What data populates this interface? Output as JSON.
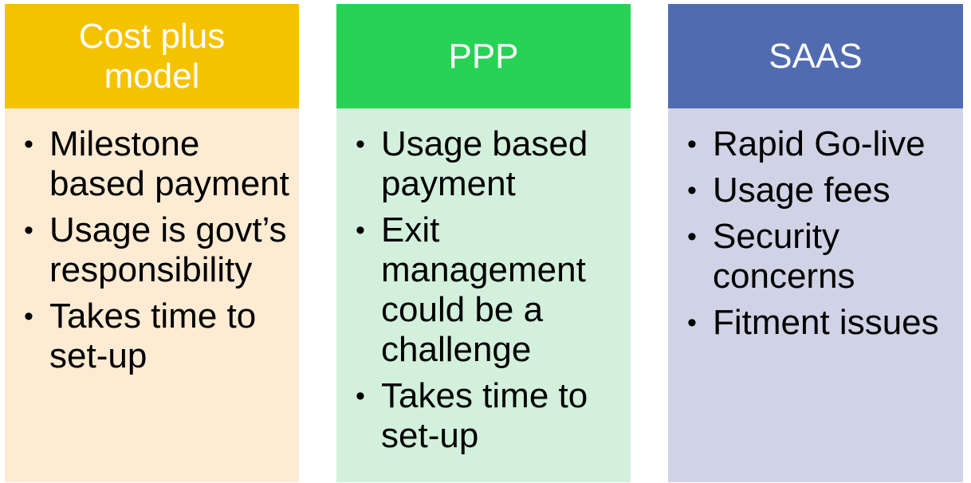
{
  "colors": {
    "col1_header": "#F5C200",
    "col1_body": "#FDEBD3",
    "col2_header": "#26D354",
    "col2_body": "#D3F0DC",
    "col3_header": "#516BB1",
    "col3_body": "#D0D3E5"
  },
  "columns": [
    {
      "title": "Cost plus model",
      "items": [
        "Milestone based payment",
        "Usage is govt’s responsibility",
        "Takes time to set-up"
      ]
    },
    {
      "title": "PPP",
      "items": [
        "Usage based payment",
        "Exit management could be a challenge",
        "Takes time to set-up"
      ]
    },
    {
      "title": "SAAS",
      "items": [
        "Rapid Go-live",
        "Usage fees",
        "Security concerns",
        "Fitment issues"
      ]
    }
  ]
}
